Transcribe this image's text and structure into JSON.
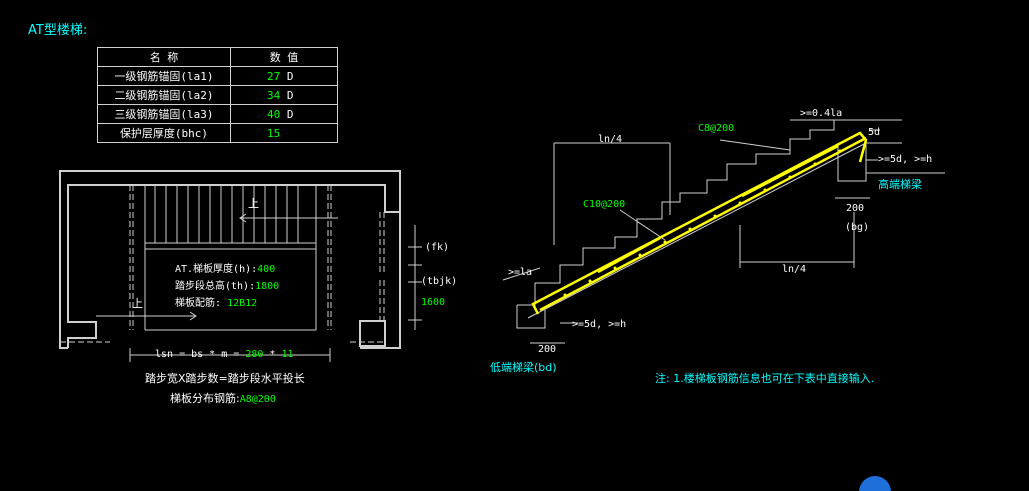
{
  "title": "AT型楼梯:",
  "params_table": {
    "headers": [
      "名 称",
      "数 值"
    ],
    "rows": [
      {
        "name": "一级钢筋锚固(la1)",
        "value": "27",
        "unit": "D"
      },
      {
        "name": "二级钢筋锚固(la2)",
        "value": "34",
        "unit": "D"
      },
      {
        "name": "三级钢筋锚固(la3)",
        "value": "40",
        "unit": "D"
      },
      {
        "name": "保护层厚度(bhc)",
        "value": "15",
        "unit": ""
      }
    ]
  },
  "plan": {
    "up_label_1": "上",
    "up_label_2": "上",
    "thickness_label": "AT.梯板厚度(h):",
    "thickness_value": "400",
    "height_label": "踏步段总高(th):",
    "height_value": "1800",
    "rebar_label": "梯板配筋:",
    "rebar_value": "12B12",
    "fk": "(fk)",
    "tbjk": "(tbjk)",
    "tbjk_value": "1600",
    "lsn_text": "lsn = bs * m = ",
    "lsn_bs": "280",
    "lsn_star": " * ",
    "lsn_m": "11",
    "formula_text": "踏步宽X踏步数=踏步段水平投长",
    "dist_label": "梯板分布钢筋:",
    "dist_value": "A8@200"
  },
  "section": {
    "ln4_top": "ln/4",
    "ln4_bottom": "ln/4",
    "c8": "C8@200",
    "c10": "C10@200",
    "ge041la": ">=0.4la",
    "five_d": "5d",
    "ge5d_h_top": ">=5d, >=h",
    "high_beam": "高端梯梁",
    "w200_right": "200",
    "bg": "(bg)",
    "ge_la": ">=la",
    "ge5d_h_bottom": ">=5d, >=h",
    "w200_left": "200",
    "low_beam": "低端梯梁(bd)"
  },
  "note": "注: 1.楼梯板钢筋信息也可在下表中直接输入.",
  "colors": {
    "cyan": "#00ffff",
    "green": "#00ff00",
    "yellow": "#ffff00",
    "line": "#d0d0d0",
    "corner_blue": "#1e6fd9"
  }
}
